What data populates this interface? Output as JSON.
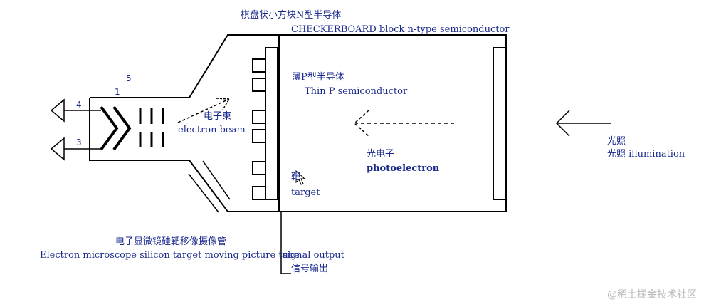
{
  "labels": {
    "checker_cn": "棋盘状小方块N型半导体",
    "checker_en": "CHECKERBOARD block n-type semiconductor",
    "thin_p_cn": "薄P型半导体",
    "thin_p_en": "Thin P semiconductor",
    "beam_cn": "电子束",
    "beam_en": "electron beam",
    "photo_cn": "光电子",
    "photo_en": "photoelectron",
    "target_cn": "靶",
    "target_en": "target",
    "illum_cn": "光照",
    "illum_en": "光照   illumination",
    "tube_cn": "电子显微镜硅靶移像摄像管",
    "tube_en": "Electron microscope silicon target moving picture tube",
    "signal_en": "signal output",
    "signal_cn": "信号输出",
    "num_1": "1",
    "num_3": "3",
    "num_4": "4",
    "num_5": "5"
  },
  "watermark": "@稀土掘金技术社区",
  "colors": {
    "label": "#1a2a8c",
    "line": "#000000",
    "watermark": "#b8b8b8"
  }
}
